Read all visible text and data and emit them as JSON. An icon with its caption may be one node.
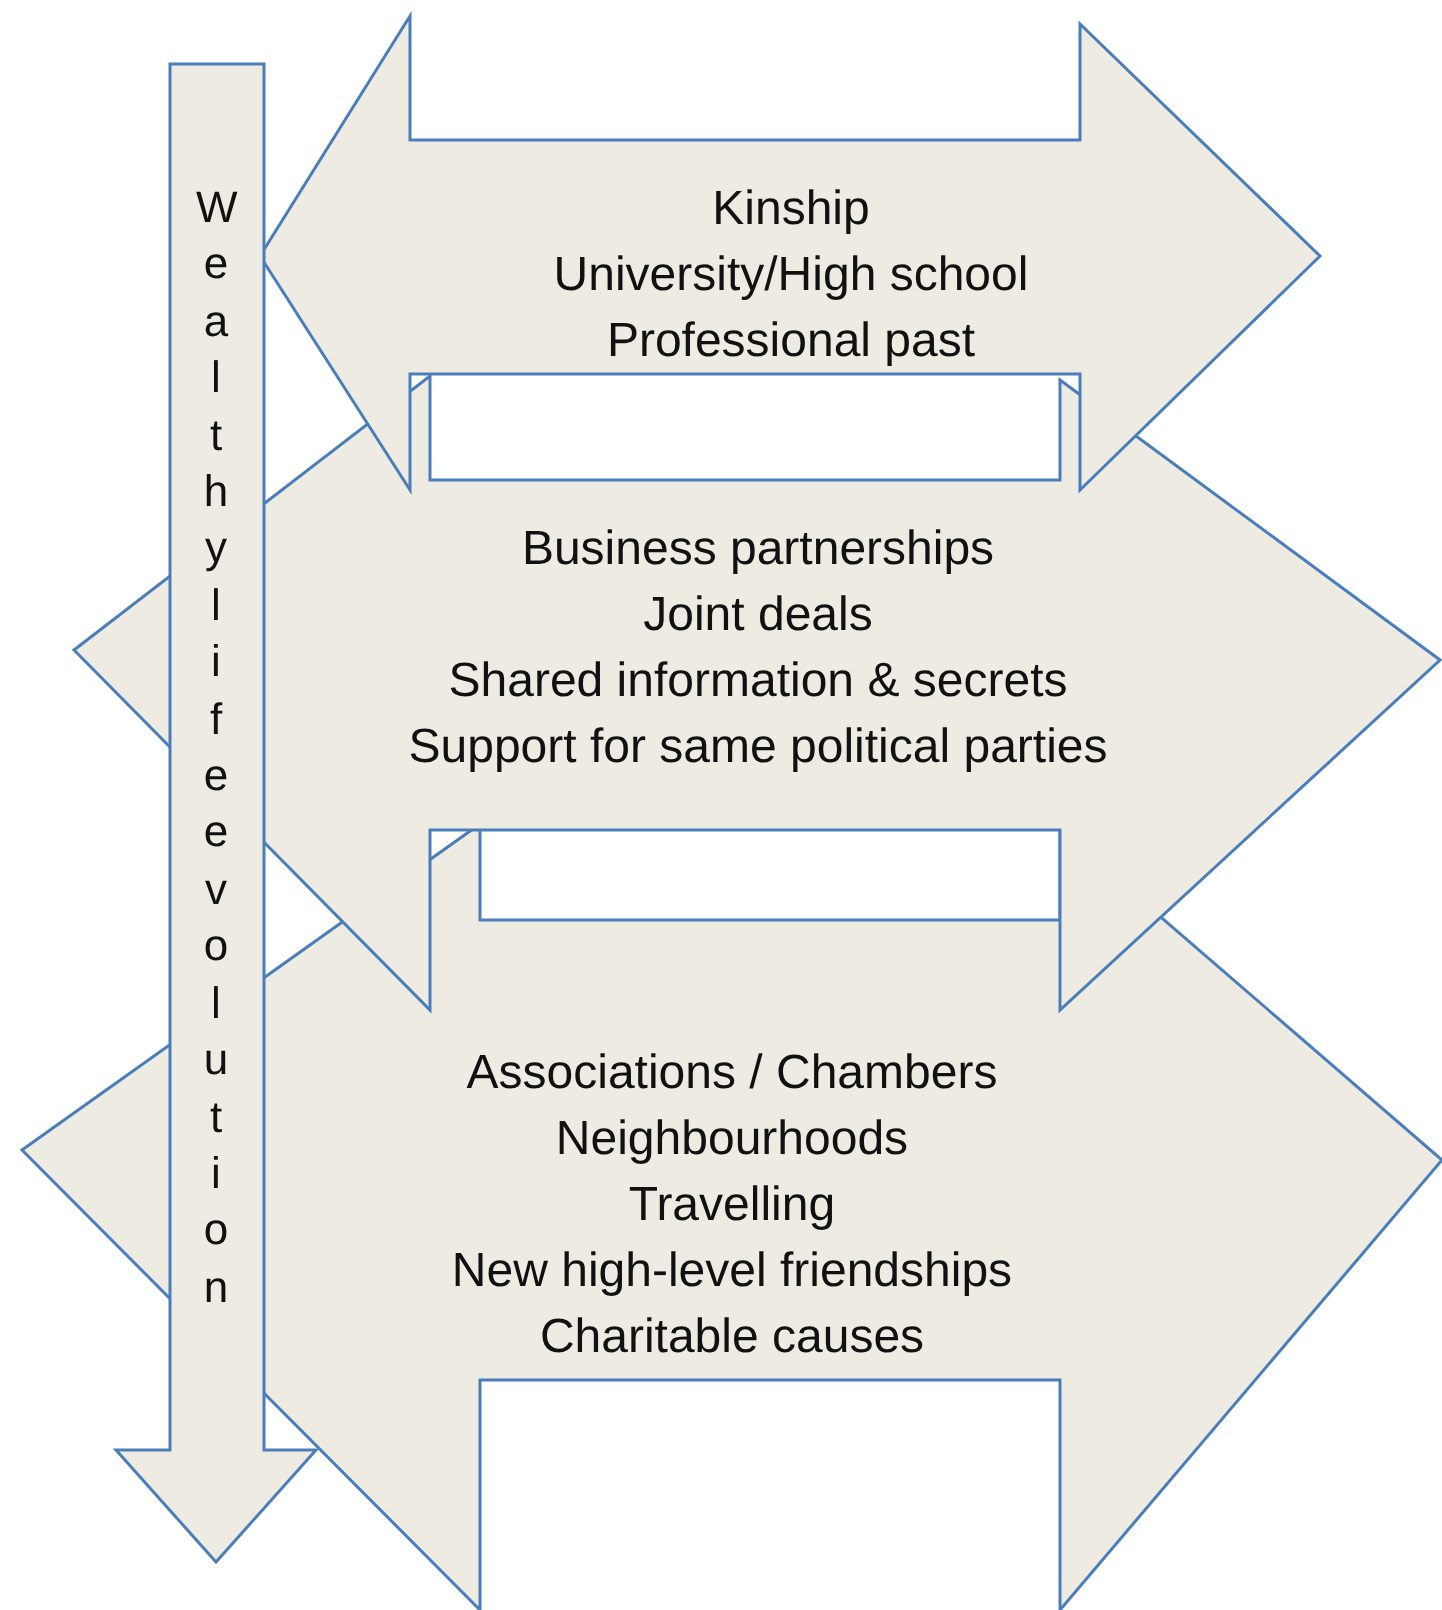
{
  "diagram": {
    "nodes": [
      {
        "text": [
          "Kinship",
          "University/High school",
          "Professional past"
        ]
      },
      {
        "text": [
          "Business partnerships",
          "Joint deals",
          "Shared information & secrets",
          "Support for same political parties"
        ]
      },
      {
        "text": [
          "Associations / Chambers",
          "Neighbourhoods",
          "Travelling",
          "New high-level friendships",
          "Charitable causes"
        ]
      },
      {
        "text": [
          "Wealthy life evolution"
        ]
      }
    ]
  }
}
